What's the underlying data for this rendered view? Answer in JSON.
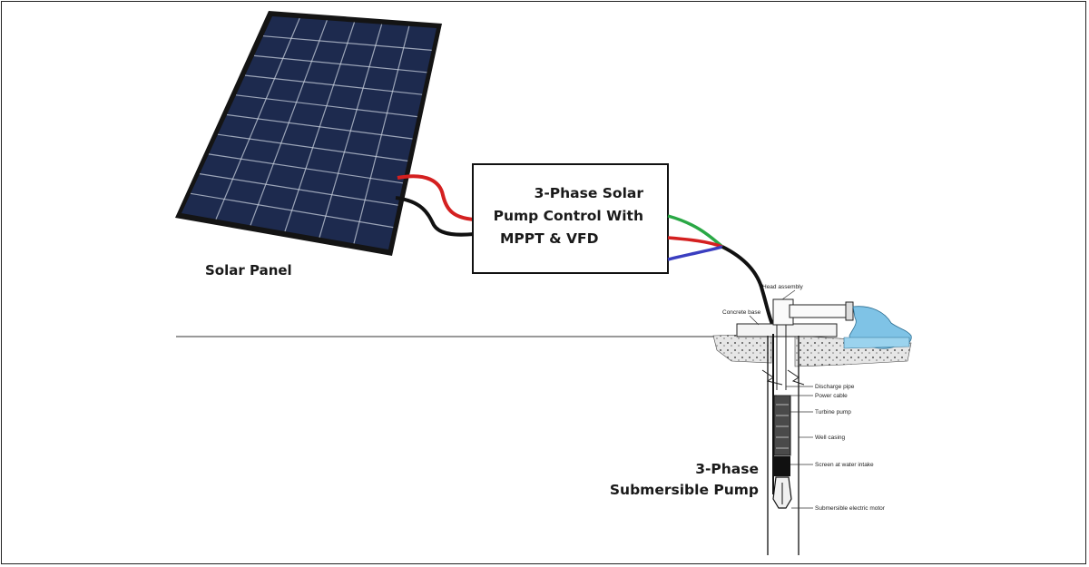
{
  "labels": {
    "solar_panel": "Solar Panel",
    "controller_line1": "3-Phase Solar",
    "controller_line2": "Pump Control With",
    "controller_line3": "MPPT & VFD",
    "pump_line1": "3-Phase",
    "pump_line2": "Submersible Pump"
  },
  "well_labels": {
    "head_assembly": "Head assembly",
    "concrete_base": "Concrete base",
    "discharge_pipe": "Discharge pipe",
    "power_cable": "Power cable",
    "turbine_pump": "Turbine pump",
    "well_casing": "Well casing",
    "screen": "Screen at water intake",
    "motor": "Submersible electric motor"
  },
  "colors": {
    "panel_frame": "#141414",
    "panel_cell": "#1d2a4e",
    "panel_grid": "#c7cfdc",
    "wire_red": "#d42020",
    "wire_black": "#111111",
    "wire_green": "#2aa845",
    "wire_blue": "#3a3ec0",
    "water": "#7fc3e6"
  }
}
